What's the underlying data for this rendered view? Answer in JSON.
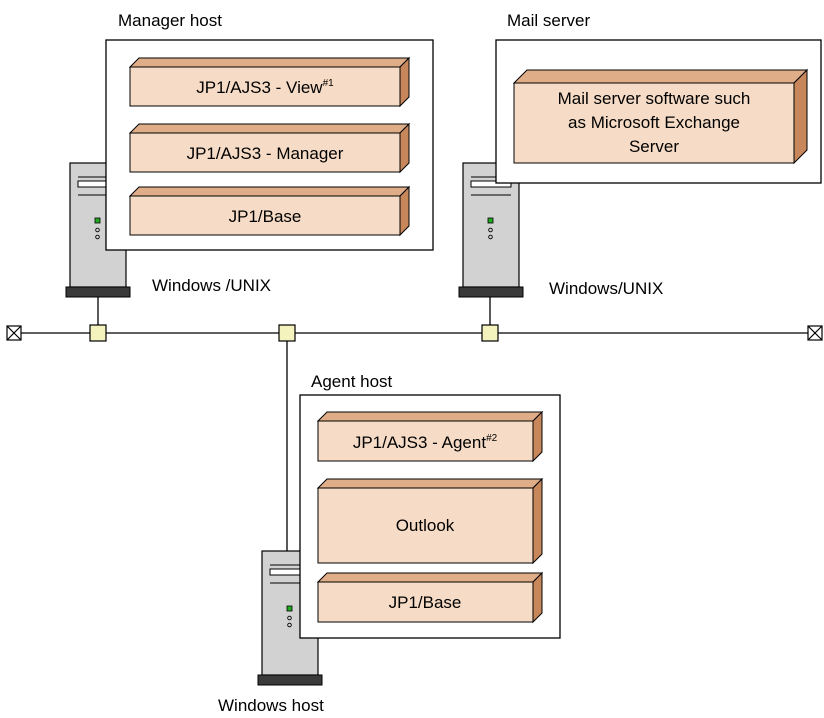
{
  "manager": {
    "title": "Manager host",
    "os": "Windows /UNIX",
    "modules": [
      {
        "text": "JP1/AJS3 - View",
        "sup": "#1"
      },
      {
        "text": "JP1/AJS3 - Manager",
        "sup": ""
      },
      {
        "text": "JP1/Base",
        "sup": ""
      }
    ]
  },
  "mail": {
    "title": "Mail server",
    "os": "Windows/UNIX",
    "module_lines": [
      "Mail server software such",
      "as Microsoft Exchange",
      "Server"
    ]
  },
  "agent": {
    "title": "Agent host",
    "os": "Windows host",
    "modules": [
      {
        "text": "JP1/AJS3 - Agent",
        "sup": "#2"
      },
      {
        "text": "Outlook",
        "sup": ""
      },
      {
        "text": "JP1/Base",
        "sup": ""
      }
    ]
  },
  "colors": {
    "module_face": "#f6dcc6",
    "module_top": "#dfae88",
    "module_side": "#c8875a",
    "connector": "#f4f2bd",
    "server_body": "#d2d2d2",
    "server_base": "#3a3a3a",
    "led": "#22aa22"
  }
}
